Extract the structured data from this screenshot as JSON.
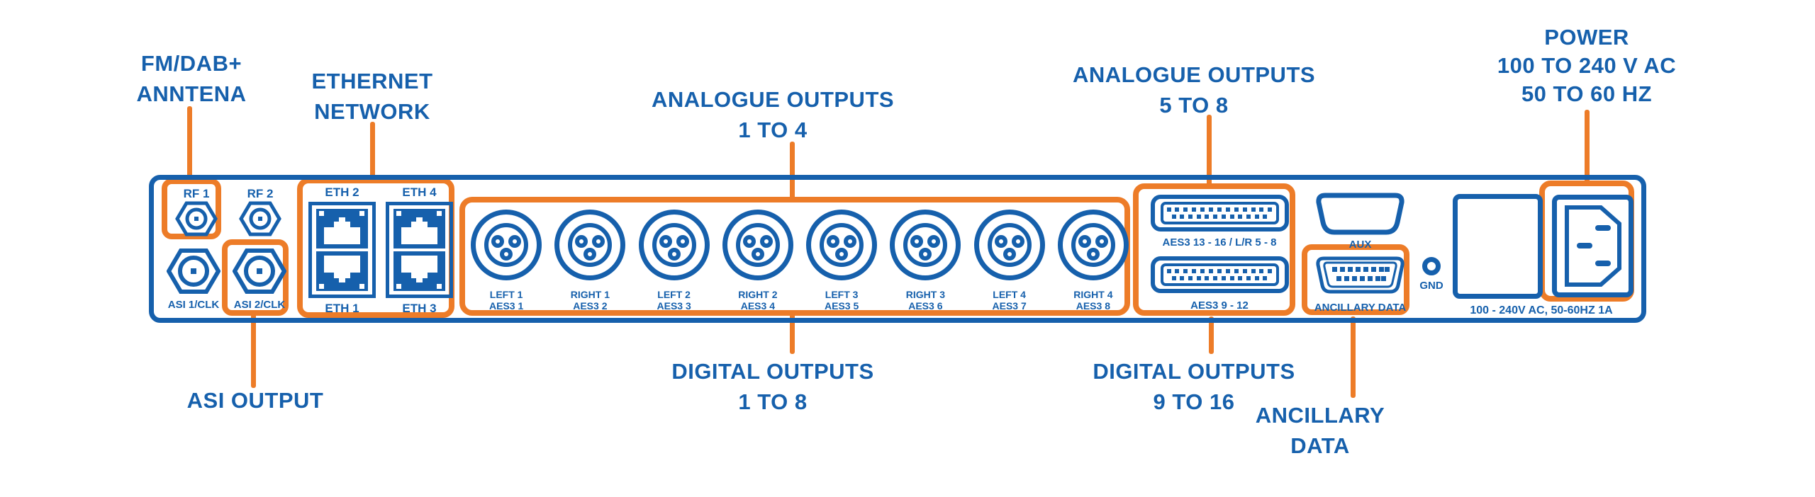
{
  "colors": {
    "blue": "#1660ac",
    "orange": "#ed7c28"
  },
  "callouts": {
    "fm_dab_antenna": {
      "line1": "FM/DAB+",
      "line2": "ANNTENA"
    },
    "ethernet_network": {
      "line1": "ETHERNET",
      "line2": "NETWORK"
    },
    "analogue_outputs_1_4": {
      "line1": "ANALOGUE OUTPUTS",
      "line2": "1 TO 4"
    },
    "analogue_outputs_5_8": {
      "line1": "ANALOGUE OUTPUTS",
      "line2": "5 TO 8"
    },
    "power": {
      "line1": "POWER",
      "line2": "100 TO 240 V AC",
      "line3": "50 TO 60 HZ"
    },
    "asi_output": {
      "line1": "ASI OUTPUT"
    },
    "digital_outputs_1_8": {
      "line1": "DIGITAL OUTPUTS",
      "line2": "1 TO 8"
    },
    "digital_outputs_9_16": {
      "line1": "DIGITAL OUTPUTS",
      "line2": "9 TO 16"
    },
    "ancillary_data": {
      "line1": "ANCILLARY",
      "line2": "DATA"
    }
  },
  "panel": {
    "rf1_label": "RF 1",
    "rf2_label": "RF 2",
    "asi1_label": "ASI 1/CLK",
    "asi2_label": "ASI 2/CLK",
    "eth2_label": "ETH 2",
    "eth4_label": "ETH 4",
    "eth1_label": "ETH 1",
    "eth3_label": "ETH 3",
    "xlr_labels": [
      {
        "line1": "LEFT 1",
        "line2": "AES3 1"
      },
      {
        "line1": "RIGHT 1",
        "line2": "AES3 2"
      },
      {
        "line1": "LEFT 2",
        "line2": "AES3 3"
      },
      {
        "line1": "RIGHT 2",
        "line2": "AES3 4"
      },
      {
        "line1": "LEFT 3",
        "line2": "AES3 5"
      },
      {
        "line1": "RIGHT 3",
        "line2": "AES3 6"
      },
      {
        "line1": "LEFT 4",
        "line2": "AES3 7"
      },
      {
        "line1": "RIGHT 4",
        "line2": "AES3 8"
      }
    ],
    "dsub_top_label": "AES3 13 - 16 / L/R 5 - 8",
    "dsub_bottom_label": "AES3 9 - 12",
    "aux_label": "AUX",
    "ancillary_label": "ANCILLARY DATA",
    "gnd_label": "GND",
    "power_rating_label": "100 - 240V AC, 50-60HZ 1A"
  }
}
